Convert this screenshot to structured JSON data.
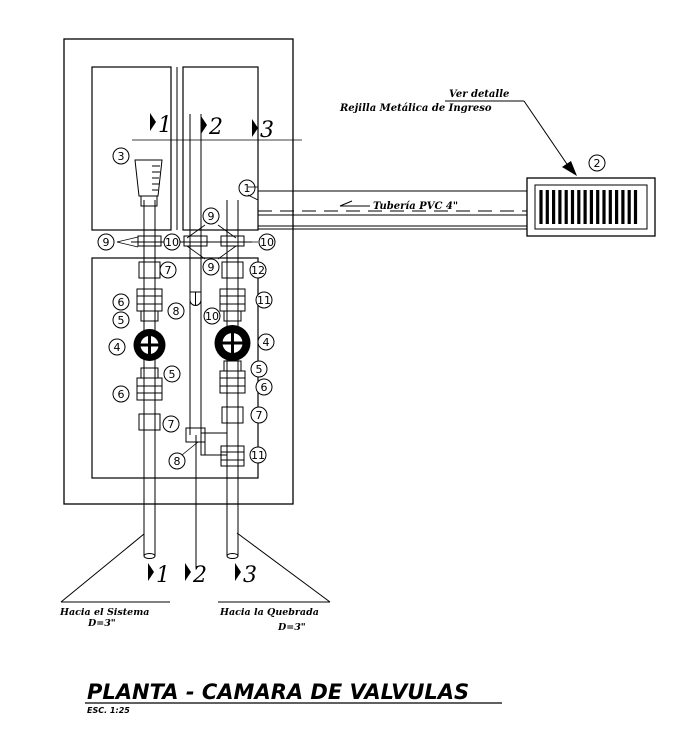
{
  "detail_ref": {
    "line1": "Ver detalle",
    "line2": "Rejilla Metálica de Ingreso"
  },
  "pipe_label": "Tubería PVC 4\"",
  "sections": [
    "1",
    "2",
    "3"
  ],
  "outlets": {
    "left": {
      "line1": "Hacia el Sistema",
      "line2": "D=3\""
    },
    "right": {
      "line1": "Hacia la Quebrada",
      "line2": "D=3\""
    }
  },
  "callouts": {
    "grate": "2",
    "inlet": "1",
    "cone": "3",
    "n4": "4",
    "n5": "5",
    "n6": "6",
    "n7": "7",
    "n8": "8",
    "n9": "9",
    "n10": "10",
    "n11": "11",
    "n12": "12"
  },
  "title": "PLANTA - CAMARA DE VALVULAS",
  "scale": "ESC. 1:25"
}
